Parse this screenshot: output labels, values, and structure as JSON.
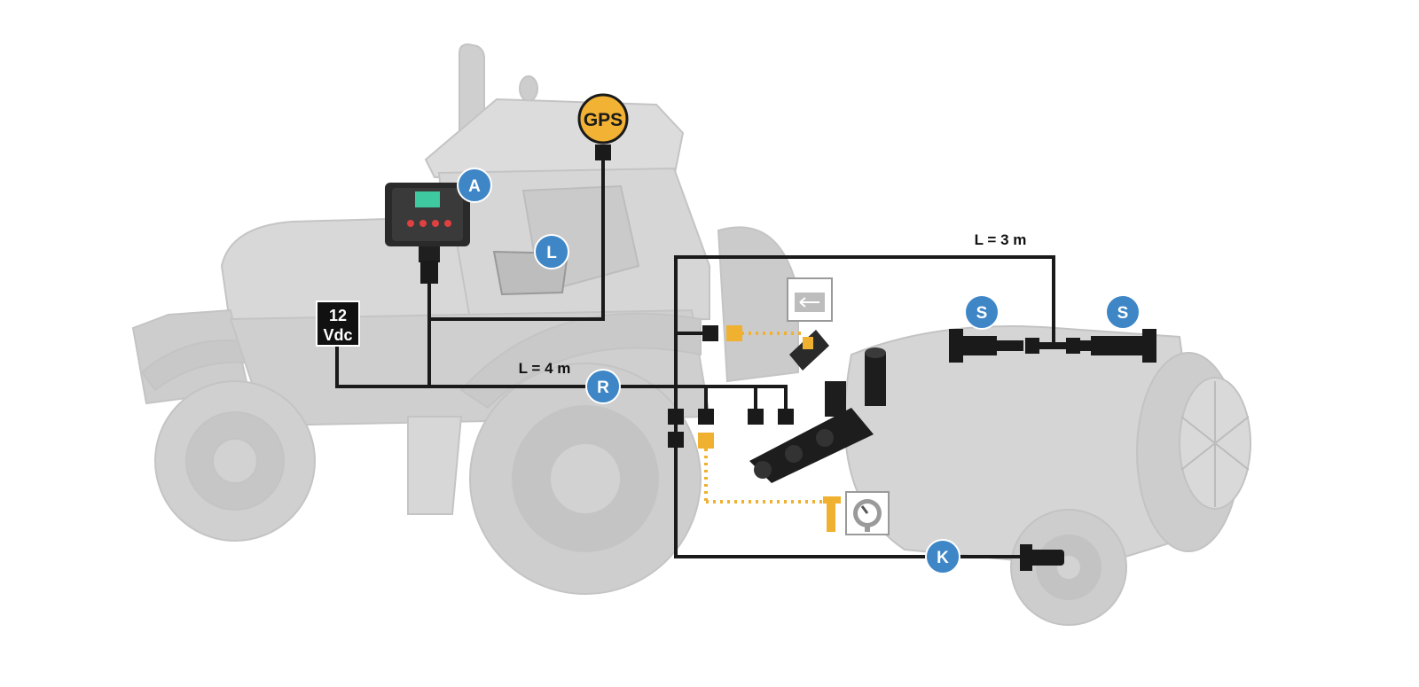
{
  "colors": {
    "machine_fill": "#d3d3d3",
    "machine_shade": "#c2c2c2",
    "cable": "#1a1a1a",
    "badge_blue": "#3e86c6",
    "gps_yellow": "#f2b233",
    "hydraulic_dotted": "#f0b030"
  },
  "labels": {
    "gps": "GPS",
    "power_top": "12",
    "power_bottom": "Vdc",
    "cable_r_length": "L = 4 m",
    "cable_top_length": "L = 3 m"
  },
  "badges": {
    "a": "A",
    "l": "L",
    "r": "R",
    "s_left": "S",
    "s_right": "S",
    "k": "K"
  },
  "icons": {
    "gps_antenna": "gps-antenna-icon",
    "console": "control-console-icon",
    "flow_meter": "flow-meter-icon",
    "pressure_gauge": "pressure-gauge-icon",
    "valve_assembly": "valve-assembly-icon",
    "speed_sensor": "speed-sensor-icon"
  }
}
